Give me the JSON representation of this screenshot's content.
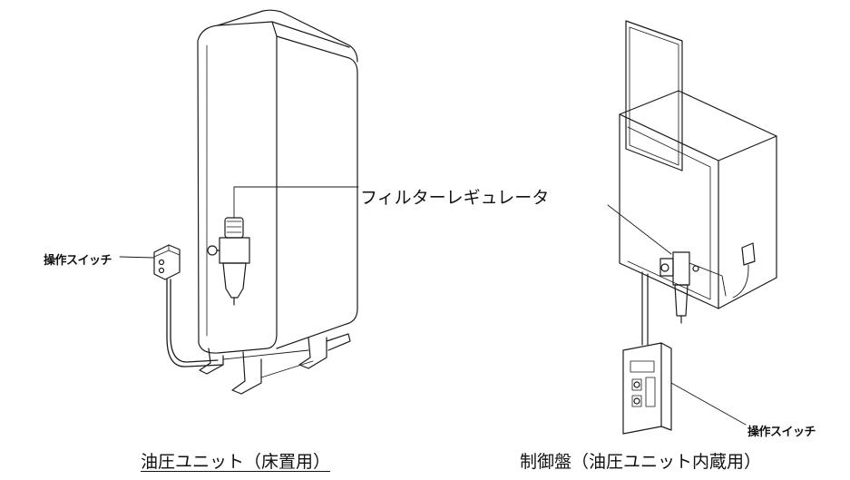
{
  "labels": {
    "switch_left": "操作スイッチ",
    "filter_regulator": "フィルターレギュレータ",
    "switch_right": "操作スイッチ"
  },
  "captions": {
    "left": "油圧ユニット（床置用）",
    "right": "制御盤（油圧ユニット内蔵用）"
  }
}
